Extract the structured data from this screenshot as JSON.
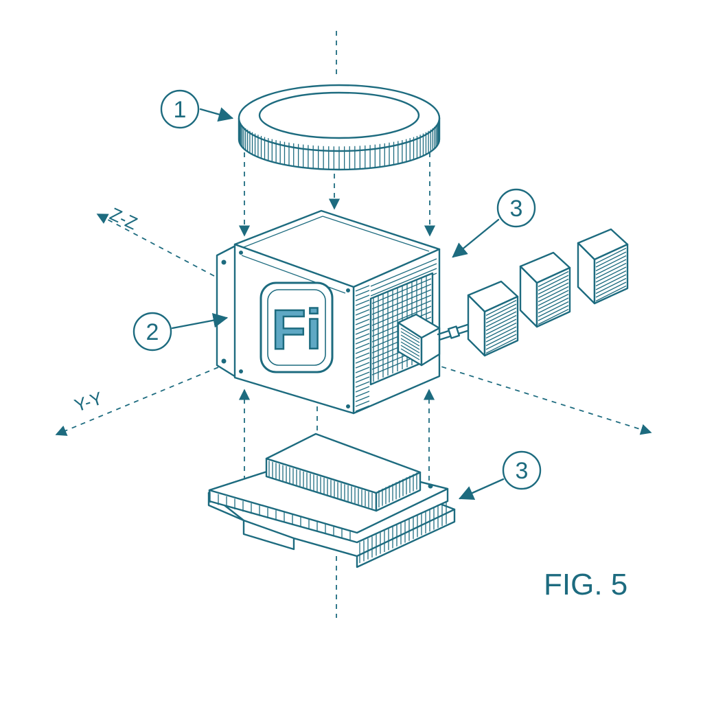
{
  "figure": {
    "label": "FIG. 5",
    "ink_color": "#1d6b7f",
    "accent_color": "#5fa8c4"
  },
  "callouts": [
    {
      "number": "1"
    },
    {
      "number": "2"
    },
    {
      "number": "3"
    },
    {
      "number": "3"
    }
  ],
  "axes": {
    "z_label": "Z-Z",
    "y_label": "Y-Y"
  },
  "logo": {
    "text": "Fi",
    "icon": "fi-logo-icon"
  }
}
